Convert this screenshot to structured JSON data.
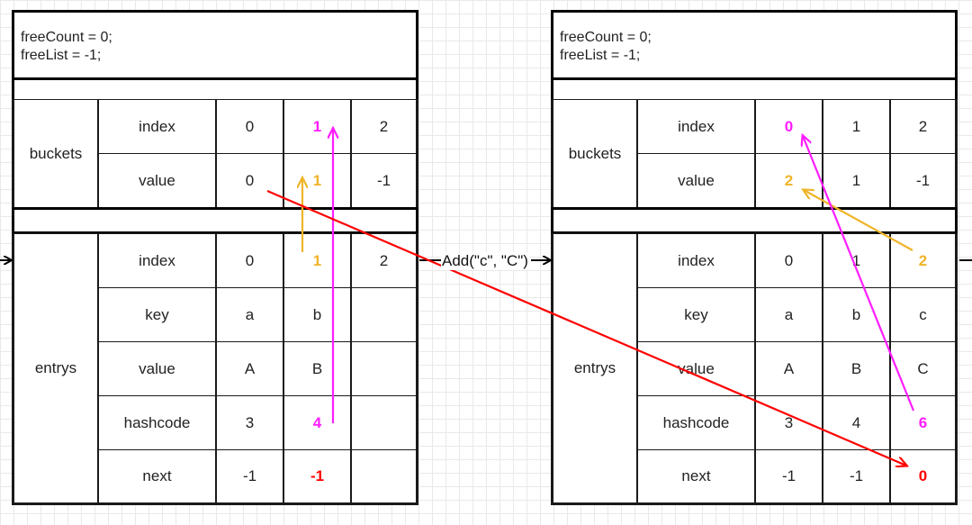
{
  "colors": {
    "pink": "#ff1dff",
    "orange": "#f0b429",
    "red": "#ff0000"
  },
  "operation_label": "Add(\"c\", \"C\")",
  "panels": [
    {
      "header": [
        "freeCount = 0;",
        "freeList = -1;"
      ],
      "buckets_label": "buckets",
      "buckets": {
        "index": {
          "label": "index",
          "values": [
            "0",
            "1",
            "2"
          ]
        },
        "value": {
          "label": "value",
          "values": [
            "0",
            "1",
            "-1"
          ]
        }
      },
      "entrys_label": "entrys",
      "entrys": {
        "index": {
          "label": "index",
          "values": [
            "0",
            "1",
            "2"
          ]
        },
        "key": {
          "label": "key",
          "values": [
            "a",
            "b",
            ""
          ]
        },
        "value": {
          "label": "value",
          "values": [
            "A",
            "B",
            ""
          ]
        },
        "hashcode": {
          "label": "hashcode",
          "values": [
            "3",
            "4",
            ""
          ]
        },
        "next": {
          "label": "next",
          "values": [
            "-1",
            "-1",
            ""
          ]
        }
      }
    },
    {
      "header": [
        "freeCount = 0;",
        "freeList = -1;"
      ],
      "buckets_label": "buckets",
      "buckets": {
        "index": {
          "label": "index",
          "values": [
            "0",
            "1",
            "2"
          ]
        },
        "value": {
          "label": "value",
          "values": [
            "2",
            "1",
            "-1"
          ]
        }
      },
      "entrys_label": "entrys",
      "entrys": {
        "index": {
          "label": "index",
          "values": [
            "0",
            "1",
            "2"
          ]
        },
        "key": {
          "label": "key",
          "values": [
            "a",
            "b",
            "c"
          ]
        },
        "value": {
          "label": "value",
          "values": [
            "A",
            "B",
            "C"
          ]
        },
        "hashcode": {
          "label": "hashcode",
          "values": [
            "3",
            "4",
            "6"
          ]
        },
        "next": {
          "label": "next",
          "values": [
            "-1",
            "-1",
            "0"
          ]
        }
      }
    }
  ]
}
